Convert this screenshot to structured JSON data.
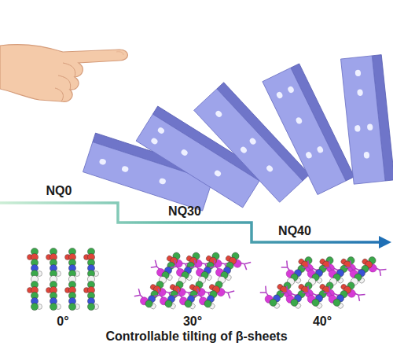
{
  "diagram": {
    "caption": "Controllable tilting of β-sheets",
    "labels": [
      "NQ0",
      "NQ30",
      "NQ40",
      "0°",
      "30°",
      "40°"
    ]
  }
}
